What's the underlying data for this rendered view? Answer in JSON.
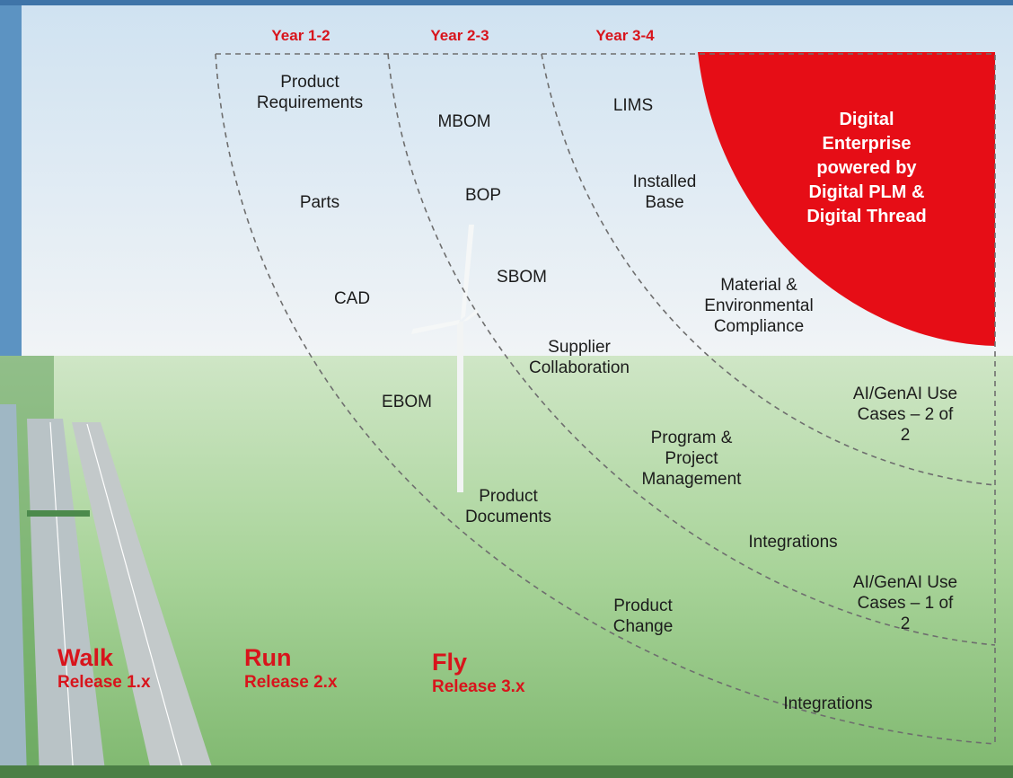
{
  "years": [
    {
      "label": "Year 1-2"
    },
    {
      "label": "Year 2-3"
    },
    {
      "label": "Year 3-4"
    }
  ],
  "enterprise": {
    "text": "Digital Enterprise\npowered by\nDigital PLM &\nDigital Thread"
  },
  "phases": [
    {
      "name": "Walk",
      "release": "Release 1.x"
    },
    {
      "name": "Run",
      "release": "Release 2.x"
    },
    {
      "name": "Fly",
      "release": "Release 3.x"
    }
  ],
  "items": {
    "product_requirements": "Product\nRequirements",
    "parts": "Parts",
    "cad": "CAD",
    "ebom": "EBOM",
    "mbom": "MBOM",
    "bop": "BOP",
    "sbom": "SBOM",
    "supplier_collaboration": "Supplier\nCollaboration",
    "product_documents": "Product\nDocuments",
    "product_change": "Product\nChange",
    "integrations_outer": "Integrations",
    "lims": "LIMS",
    "installed_base": "Installed\nBase",
    "material_compliance": "Material &\nEnvironmental\nCompliance",
    "program_project_management": "Program &\nProject\nManagement",
    "integrations_mid": "Integrations",
    "ai_use_cases_1": "AI/GenAI Use\nCases – 1 of 2",
    "ai_use_cases_2": "AI/GenAI Use\nCases – 2 of 2"
  }
}
